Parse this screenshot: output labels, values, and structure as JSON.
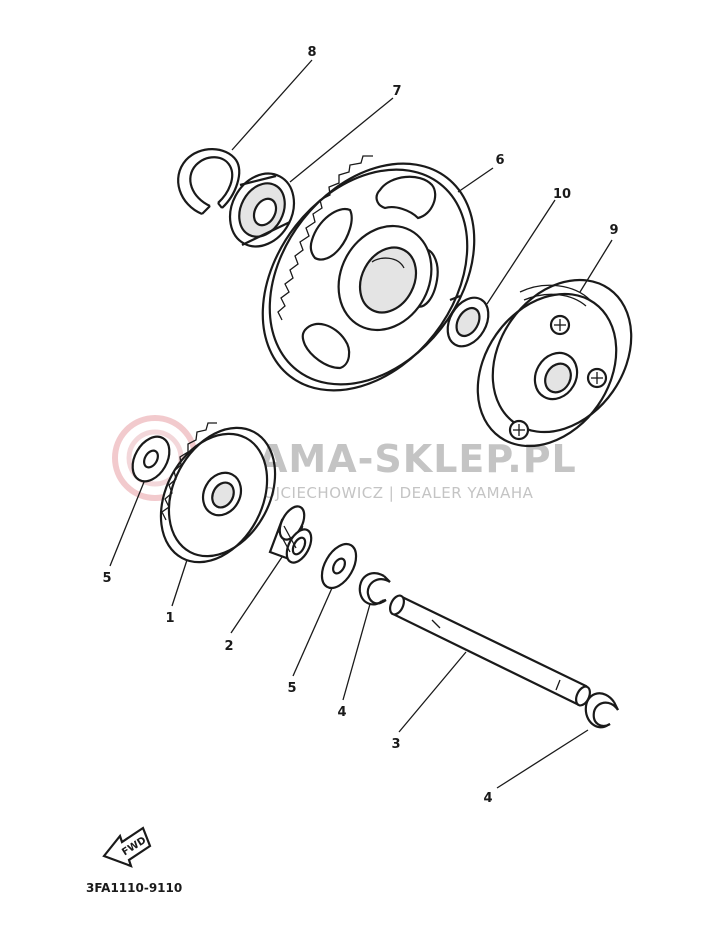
{
  "watermark": {
    "title": "AMA-SKLEP.PL",
    "subtitle": "WOJCIECHOWICZ | DEALER YAMAHA",
    "logo_color": "#e8b5b8"
  },
  "diagram_code": "3FA1110-9110",
  "fwd_label": "FWD",
  "callouts": [
    "8",
    "7",
    "6",
    "10",
    "9",
    "5",
    "1",
    "2",
    "5",
    "4",
    "3",
    "4"
  ],
  "colors": {
    "ink": "#1a1a1a",
    "watermark": "#c4c4c4"
  }
}
